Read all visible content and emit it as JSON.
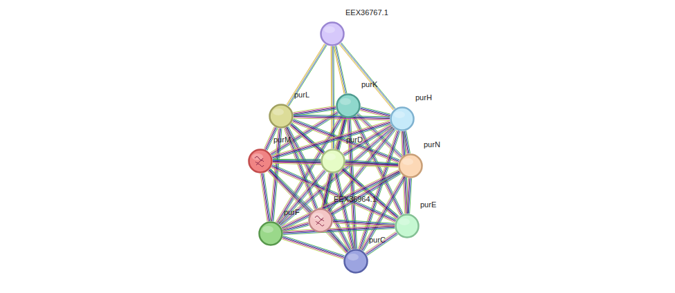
{
  "diagram": {
    "nodes": [
      {
        "text": [
          "EEX36767.1"
        ]
      },
      {
        "text": [
          "purK"
        ]
      },
      {
        "text": [
          "purL"
        ]
      },
      {
        "text": [
          "purH"
        ]
      },
      {
        "text": [
          "purM"
        ]
      },
      {
        "text": [
          "purD"
        ]
      },
      {
        "text": [
          "purN"
        ]
      },
      {
        "text": [
          "EEX36964.1"
        ]
      },
      {
        "text": [
          "purE"
        ]
      },
      {
        "text": [
          "purF"
        ]
      },
      {
        "text": [
          "purC"
        ]
      }
    ],
    "edges": [
      {
        "from": 0,
        "to": 1,
        "arrow": "none"
      },
      {
        "from": 0,
        "to": 2,
        "arrow": "none"
      },
      {
        "from": 0,
        "to": 3,
        "arrow": "none"
      },
      {
        "from": 0,
        "to": 5,
        "arrow": "none"
      },
      {
        "from": 1,
        "to": 2,
        "arrow": "none"
      },
      {
        "from": 1,
        "to": 3,
        "arrow": "none"
      },
      {
        "from": 1,
        "to": 4,
        "arrow": "none"
      },
      {
        "from": 1,
        "to": 5,
        "arrow": "none"
      },
      {
        "from": 1,
        "to": 6,
        "arrow": "none"
      },
      {
        "from": 1,
        "to": 7,
        "arrow": "none"
      },
      {
        "from": 1,
        "to": 8,
        "arrow": "none"
      },
      {
        "from": 1,
        "to": 9,
        "arrow": "none"
      },
      {
        "from": 1,
        "to": 10,
        "arrow": "none"
      },
      {
        "from": 2,
        "to": 3,
        "arrow": "none"
      },
      {
        "from": 2,
        "to": 4,
        "arrow": "none"
      },
      {
        "from": 2,
        "to": 5,
        "arrow": "none"
      },
      {
        "from": 2,
        "to": 6,
        "arrow": "none"
      },
      {
        "from": 2,
        "to": 7,
        "arrow": "none"
      },
      {
        "from": 2,
        "to": 8,
        "arrow": "none"
      },
      {
        "from": 2,
        "to": 9,
        "arrow": "none"
      },
      {
        "from": 2,
        "to": 10,
        "arrow": "none"
      },
      {
        "from": 3,
        "to": 4,
        "arrow": "none"
      },
      {
        "from": 3,
        "to": 5,
        "arrow": "none"
      },
      {
        "from": 3,
        "to": 6,
        "arrow": "none"
      },
      {
        "from": 3,
        "to": 7,
        "arrow": "none"
      },
      {
        "from": 3,
        "to": 8,
        "arrow": "none"
      },
      {
        "from": 3,
        "to": 9,
        "arrow": "none"
      },
      {
        "from": 3,
        "to": 10,
        "arrow": "none"
      },
      {
        "from": 4,
        "to": 5,
        "arrow": "none"
      },
      {
        "from": 4,
        "to": 6,
        "arrow": "none"
      },
      {
        "from": 4,
        "to": 7,
        "arrow": "none"
      },
      {
        "from": 4,
        "to": 8,
        "arrow": "none"
      },
      {
        "from": 4,
        "to": 9,
        "arrow": "none"
      },
      {
        "from": 4,
        "to": 10,
        "arrow": "none"
      },
      {
        "from": 5,
        "to": 6,
        "arrow": "none"
      },
      {
        "from": 5,
        "to": 7,
        "arrow": "none"
      },
      {
        "from": 5,
        "to": 8,
        "arrow": "none"
      },
      {
        "from": 5,
        "to": 9,
        "arrow": "none"
      },
      {
        "from": 5,
        "to": 10,
        "arrow": "none"
      },
      {
        "from": 6,
        "to": 7,
        "arrow": "none"
      },
      {
        "from": 6,
        "to": 8,
        "arrow": "none"
      },
      {
        "from": 6,
        "to": 9,
        "arrow": "none"
      },
      {
        "from": 6,
        "to": 10,
        "arrow": "none"
      },
      {
        "from": 7,
        "to": 8,
        "arrow": "none"
      },
      {
        "from": 7,
        "to": 9,
        "arrow": "none"
      },
      {
        "from": 7,
        "to": 10,
        "arrow": "none"
      },
      {
        "from": 8,
        "to": 9,
        "arrow": "none"
      },
      {
        "from": 8,
        "to": 10,
        "arrow": "none"
      },
      {
        "from": 9,
        "to": 10,
        "arrow": "none"
      }
    ]
  }
}
